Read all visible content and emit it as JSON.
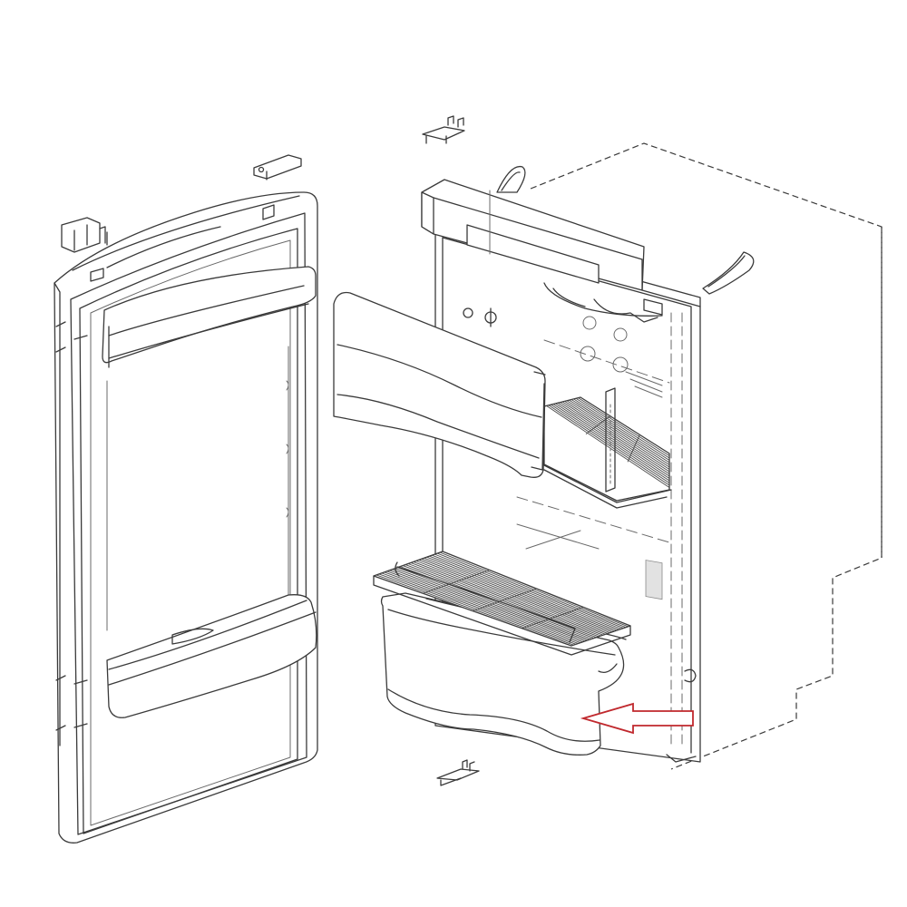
{
  "figure": {
    "kind": "exploded-parts-drawing",
    "subject": "refrigerator",
    "colors": {
      "line": "#3a3a3a",
      "background": "#ffffff",
      "highlight_arrow": "#c0282d"
    },
    "highlight": {
      "part": "vegetable-crisper-bin",
      "indicator": "arrow-left"
    }
  }
}
